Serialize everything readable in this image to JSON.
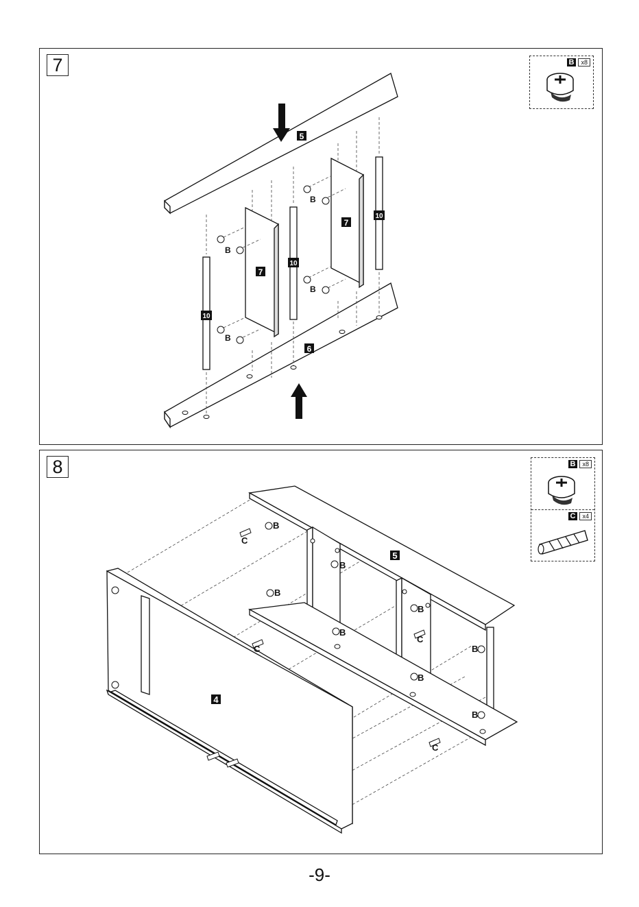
{
  "step7": {
    "number": "7",
    "hardware": {
      "letter": "B",
      "qty": "x8"
    },
    "labels": {
      "top_panel": "5",
      "bottom_panel": "6",
      "divider_left": "7",
      "divider_right": "7",
      "rod_left": "10",
      "rod_mid": "10",
      "rod_right": "10",
      "cam": "B"
    }
  },
  "step8": {
    "number": "8",
    "hardware": [
      {
        "letter": "B",
        "qty": "x8"
      },
      {
        "letter": "C",
        "qty": "x4"
      }
    ],
    "labels": {
      "top_panel": "5",
      "front_panel": "4",
      "cam": "B",
      "dowel": "C"
    }
  },
  "page": {
    "number": "-9-"
  }
}
